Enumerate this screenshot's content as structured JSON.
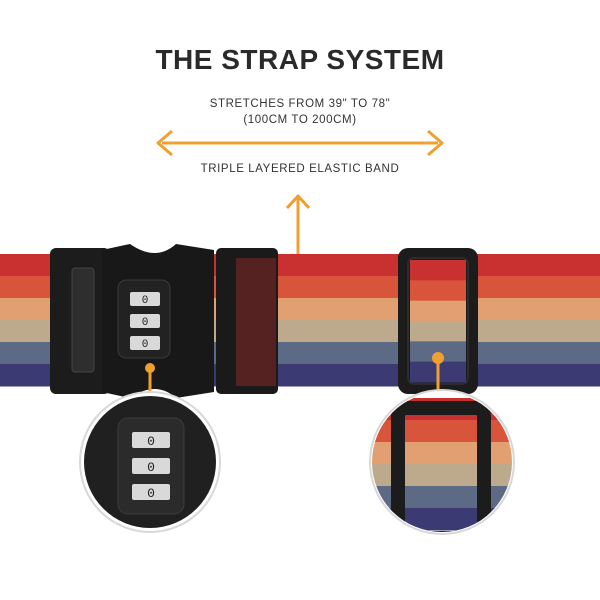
{
  "heading": "THE STRAP SYSTEM",
  "stretch_line1": "STRETCHES FROM 39\" TO 78\"",
  "stretch_line2": "(100CM TO 200CM)",
  "band_label": "TRIPLE LAYERED ELASTIC BAND",
  "lock_digits": [
    "0",
    "0",
    "0"
  ],
  "colors": {
    "accent": "#f0a030",
    "buckle": "#1c1c1c",
    "stripes": [
      "#c93030",
      "#d8543a",
      "#e2a072",
      "#bda98c",
      "#5c6a86",
      "#3b3a72"
    ]
  }
}
